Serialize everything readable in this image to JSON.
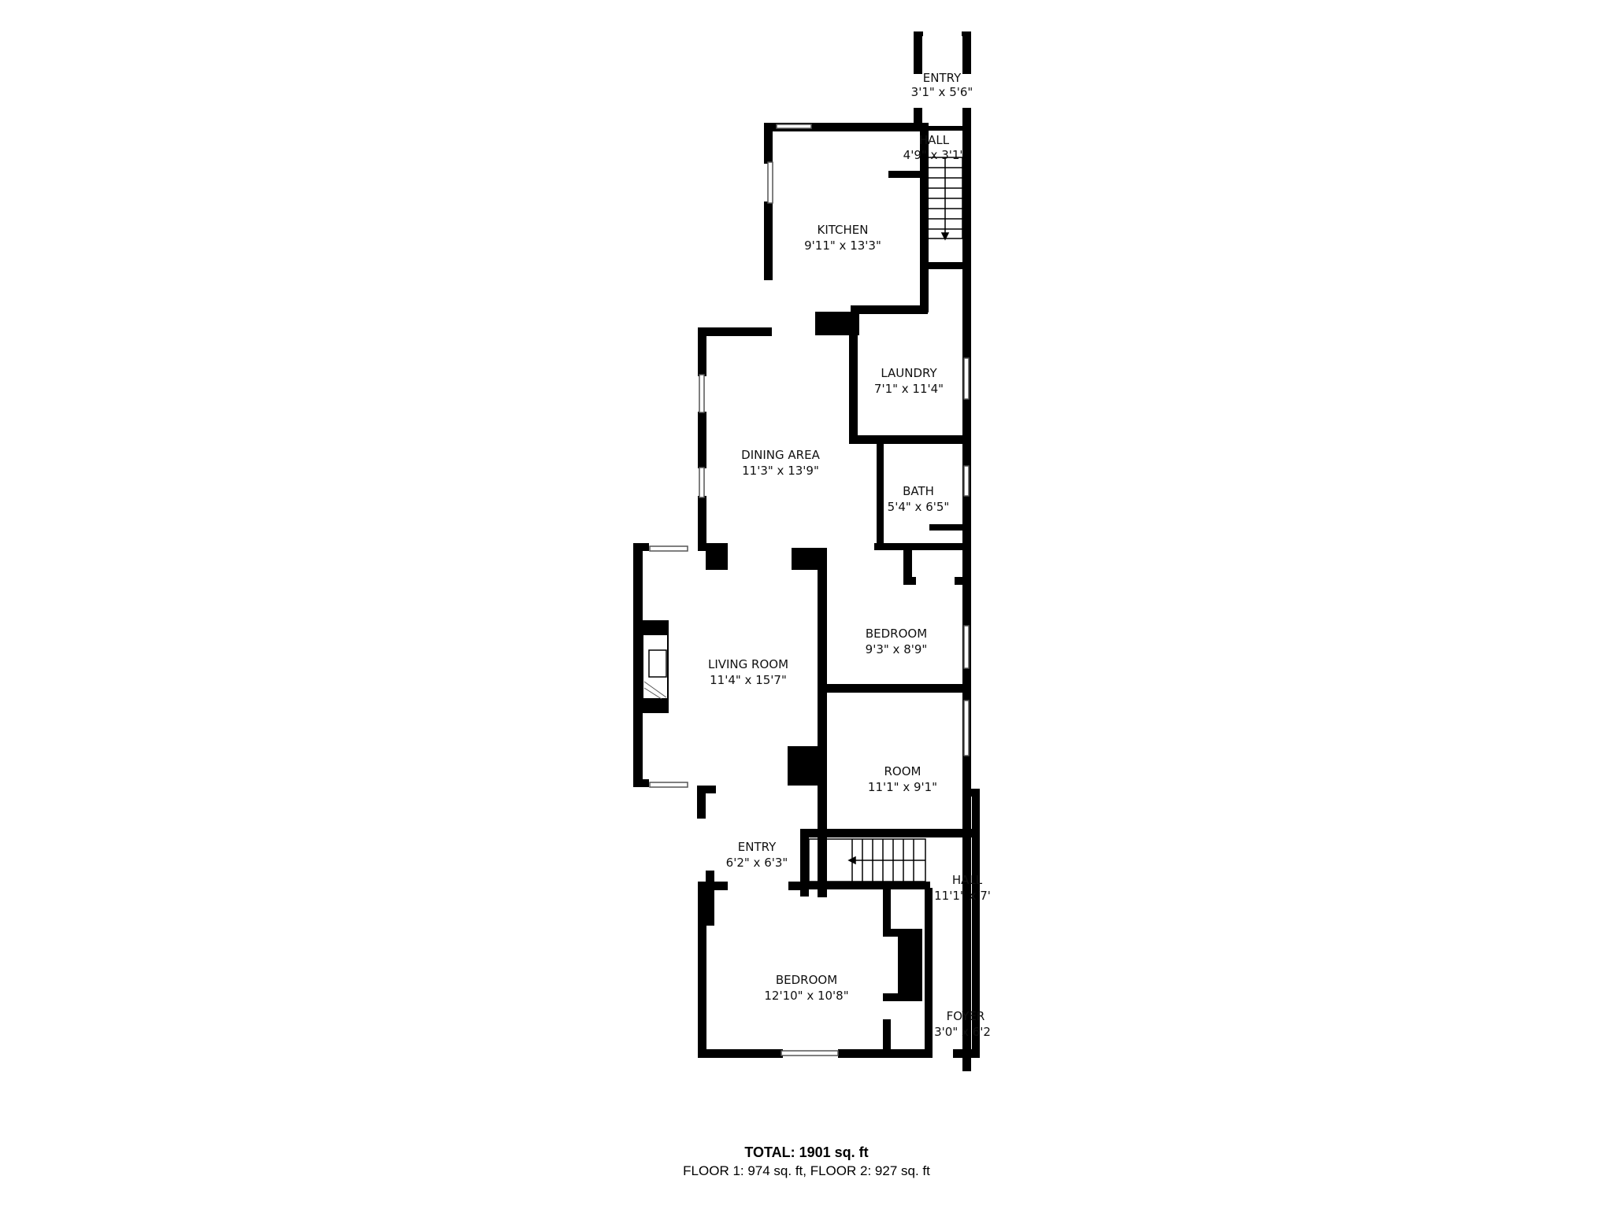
{
  "rooms": {
    "entry_top": {
      "name": "ENTRY",
      "dim": "3'1\" x 5'6\""
    },
    "hall_top": {
      "name": "HALL",
      "dim": "4'9\" x 3'1\""
    },
    "kitchen": {
      "name": "KITCHEN",
      "dim": "9'11\" x 13'3\""
    },
    "laundry": {
      "name": "LAUNDRY",
      "dim": "7'1\" x 11'4\""
    },
    "dining": {
      "name": "DINING AREA",
      "dim": "11'3\" x 13'9\""
    },
    "bath": {
      "name": "BATH",
      "dim": "5'4\" x 6'5\""
    },
    "bedroom_mid": {
      "name": "BEDROOM",
      "dim": "9'3\" x 8'9\""
    },
    "living": {
      "name": "LIVING ROOM",
      "dim": "11'4\" x 15'7\""
    },
    "room": {
      "name": "ROOM",
      "dim": "11'1\" x 9'1\""
    },
    "entry_bot": {
      "name": "ENTRY",
      "dim": "6'2\" x 6'3\""
    },
    "hall_bot": {
      "name": "HALL",
      "dim": "11'1\" x 7'"
    },
    "bedroom_bot": {
      "name": "BEDROOM",
      "dim": "12'10\" x 10'8\""
    },
    "foyer": {
      "name": "FOYER",
      "dim": "3'0\" x 6'2"
    }
  },
  "totals": {
    "total": "TOTAL: 1901 sq. ft",
    "floors": "FLOOR 1: 974 sq. ft, FLOOR 2: 927 sq. ft"
  }
}
